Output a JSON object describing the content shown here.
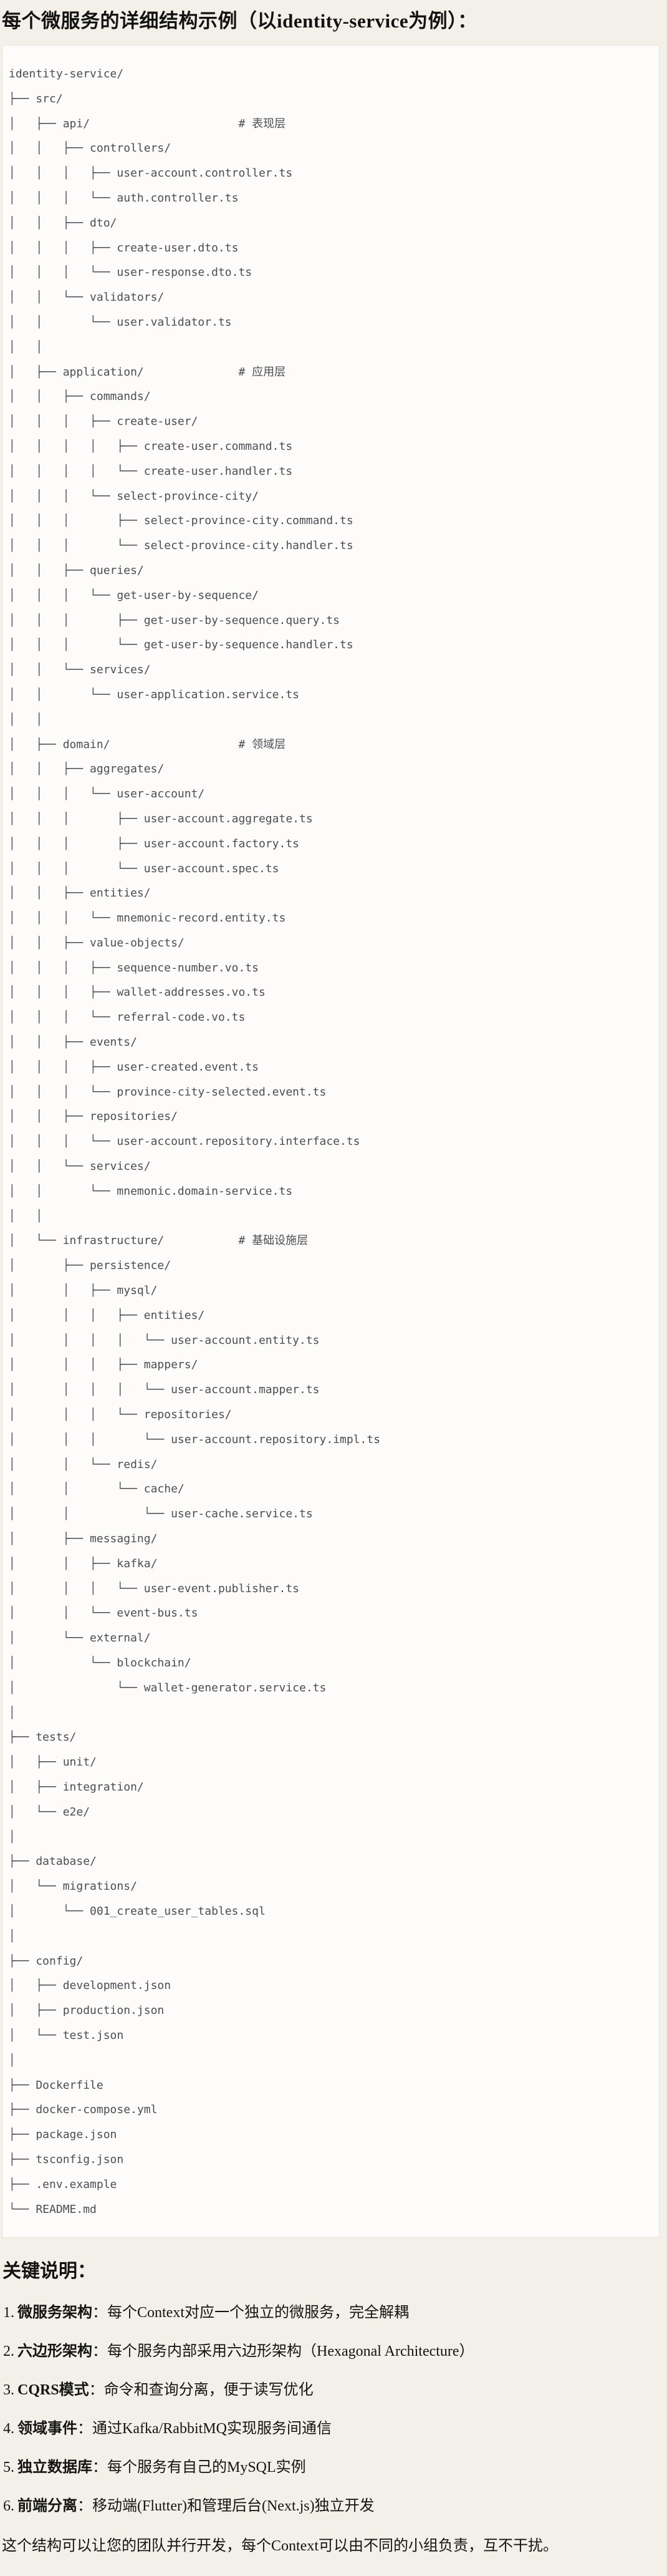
{
  "page": {
    "title": "每个微服务的详细结构示例（以identity-service为例）：",
    "closing": "这个结构可以让您的团队并行开发，每个Context可以由不同的小组负责，互不干扰。"
  },
  "colors": {
    "page_background": "#f3f0e9",
    "code_background": "#fdfcfa",
    "code_border": "#e7e4dc",
    "code_text": "#4c4c54",
    "body_text": "#141413"
  },
  "tree": {
    "lines": [
      "identity-service/",
      "├── src/",
      "│   ├── api/                      # 表现层",
      "│   │   ├── controllers/",
      "│   │   │   ├── user-account.controller.ts",
      "│   │   │   └── auth.controller.ts",
      "│   │   ├── dto/",
      "│   │   │   ├── create-user.dto.ts",
      "│   │   │   └── user-response.dto.ts",
      "│   │   └── validators/",
      "│   │       └── user.validator.ts",
      "│   │",
      "│   ├── application/              # 应用层",
      "│   │   ├── commands/",
      "│   │   │   ├── create-user/",
      "│   │   │   │   ├── create-user.command.ts",
      "│   │   │   │   └── create-user.handler.ts",
      "│   │   │   └── select-province-city/",
      "│   │   │       ├── select-province-city.command.ts",
      "│   │   │       └── select-province-city.handler.ts",
      "│   │   ├── queries/",
      "│   │   │   └── get-user-by-sequence/",
      "│   │   │       ├── get-user-by-sequence.query.ts",
      "│   │   │       └── get-user-by-sequence.handler.ts",
      "│   │   └── services/",
      "│   │       └── user-application.service.ts",
      "│   │",
      "│   ├── domain/                   # 领域层",
      "│   │   ├── aggregates/",
      "│   │   │   └── user-account/",
      "│   │   │       ├── user-account.aggregate.ts",
      "│   │   │       ├── user-account.factory.ts",
      "│   │   │       └── user-account.spec.ts",
      "│   │   ├── entities/",
      "│   │   │   └── mnemonic-record.entity.ts",
      "│   │   ├── value-objects/",
      "│   │   │   ├── sequence-number.vo.ts",
      "│   │   │   ├── wallet-addresses.vo.ts",
      "│   │   │   └── referral-code.vo.ts",
      "│   │   ├── events/",
      "│   │   │   ├── user-created.event.ts",
      "│   │   │   └── province-city-selected.event.ts",
      "│   │   ├── repositories/",
      "│   │   │   └── user-account.repository.interface.ts",
      "│   │   └── services/",
      "│   │       └── mnemonic.domain-service.ts",
      "│   │",
      "│   └── infrastructure/           # 基础设施层",
      "│       ├── persistence/",
      "│       │   ├── mysql/",
      "│       │   │   ├── entities/",
      "│       │   │   │   └── user-account.entity.ts",
      "│       │   │   ├── mappers/",
      "│       │   │   │   └── user-account.mapper.ts",
      "│       │   │   └── repositories/",
      "│       │   │       └── user-account.repository.impl.ts",
      "│       │   └── redis/",
      "│       │       └── cache/",
      "│       │           └── user-cache.service.ts",
      "│       ├── messaging/",
      "│       │   ├── kafka/",
      "│       │   │   └── user-event.publisher.ts",
      "│       │   └── event-bus.ts",
      "│       └── external/",
      "│           └── blockchain/",
      "│               └── wallet-generator.service.ts",
      "│",
      "├── tests/",
      "│   ├── unit/",
      "│   ├── integration/",
      "│   └── e2e/",
      "│",
      "├── database/",
      "│   └── migrations/",
      "│       └── 001_create_user_tables.sql",
      "│",
      "├── config/",
      "│   ├── development.json",
      "│   ├── production.json",
      "│   └── test.json",
      "│",
      "├── Dockerfile",
      "├── docker-compose.yml",
      "├── package.json",
      "├── tsconfig.json",
      "├── .env.example",
      "└── README.md"
    ]
  },
  "notes": {
    "heading": "关键说明：",
    "items": [
      {
        "num": "1.",
        "term": "微服务架构",
        "text": "：每个Context对应一个独立的微服务，完全解耦"
      },
      {
        "num": "2.",
        "term": "六边形架构",
        "text": "：每个服务内部采用六边形架构（Hexagonal Architecture）"
      },
      {
        "num": "3.",
        "term": "CQRS模式",
        "text": "：命令和查询分离，便于读写优化"
      },
      {
        "num": "4.",
        "term": "领域事件",
        "text": "：通过Kafka/RabbitMQ实现服务间通信"
      },
      {
        "num": "5.",
        "term": "独立数据库",
        "text": "：每个服务有自己的MySQL实例"
      },
      {
        "num": "6.",
        "term": "前端分离",
        "text": "：移动端(Flutter)和管理后台(Next.js)独立开发"
      }
    ]
  }
}
